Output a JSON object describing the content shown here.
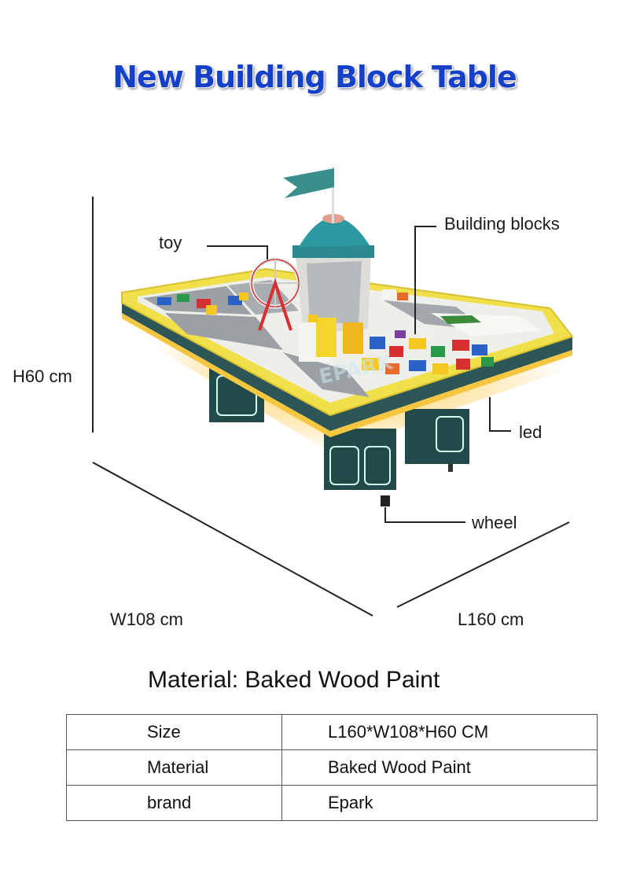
{
  "title": "New Building Block Table",
  "dimensions": {
    "height": "H60 cm",
    "width": "W108 cm",
    "length": "L160 cm"
  },
  "callouts": {
    "toy": "toy",
    "blocks": "Building blocks",
    "led": "led",
    "wheel": "wheel"
  },
  "watermark": "EPARK",
  "material_line": "Material: Baked Wood Paint",
  "specs": [
    {
      "key": "Size",
      "value": "L160*W108*H60 CM"
    },
    {
      "key": "Material",
      "value": "Baked Wood Paint"
    },
    {
      "key": "brand",
      "value": "Epark"
    }
  ],
  "colors": {
    "title": "#1540c8",
    "frame_yellow": "#f2e04a",
    "led_glow": "#ffb000",
    "legs": "#234a4a",
    "dome": "#2a9aa0",
    "plates": "#9aa0a3"
  }
}
